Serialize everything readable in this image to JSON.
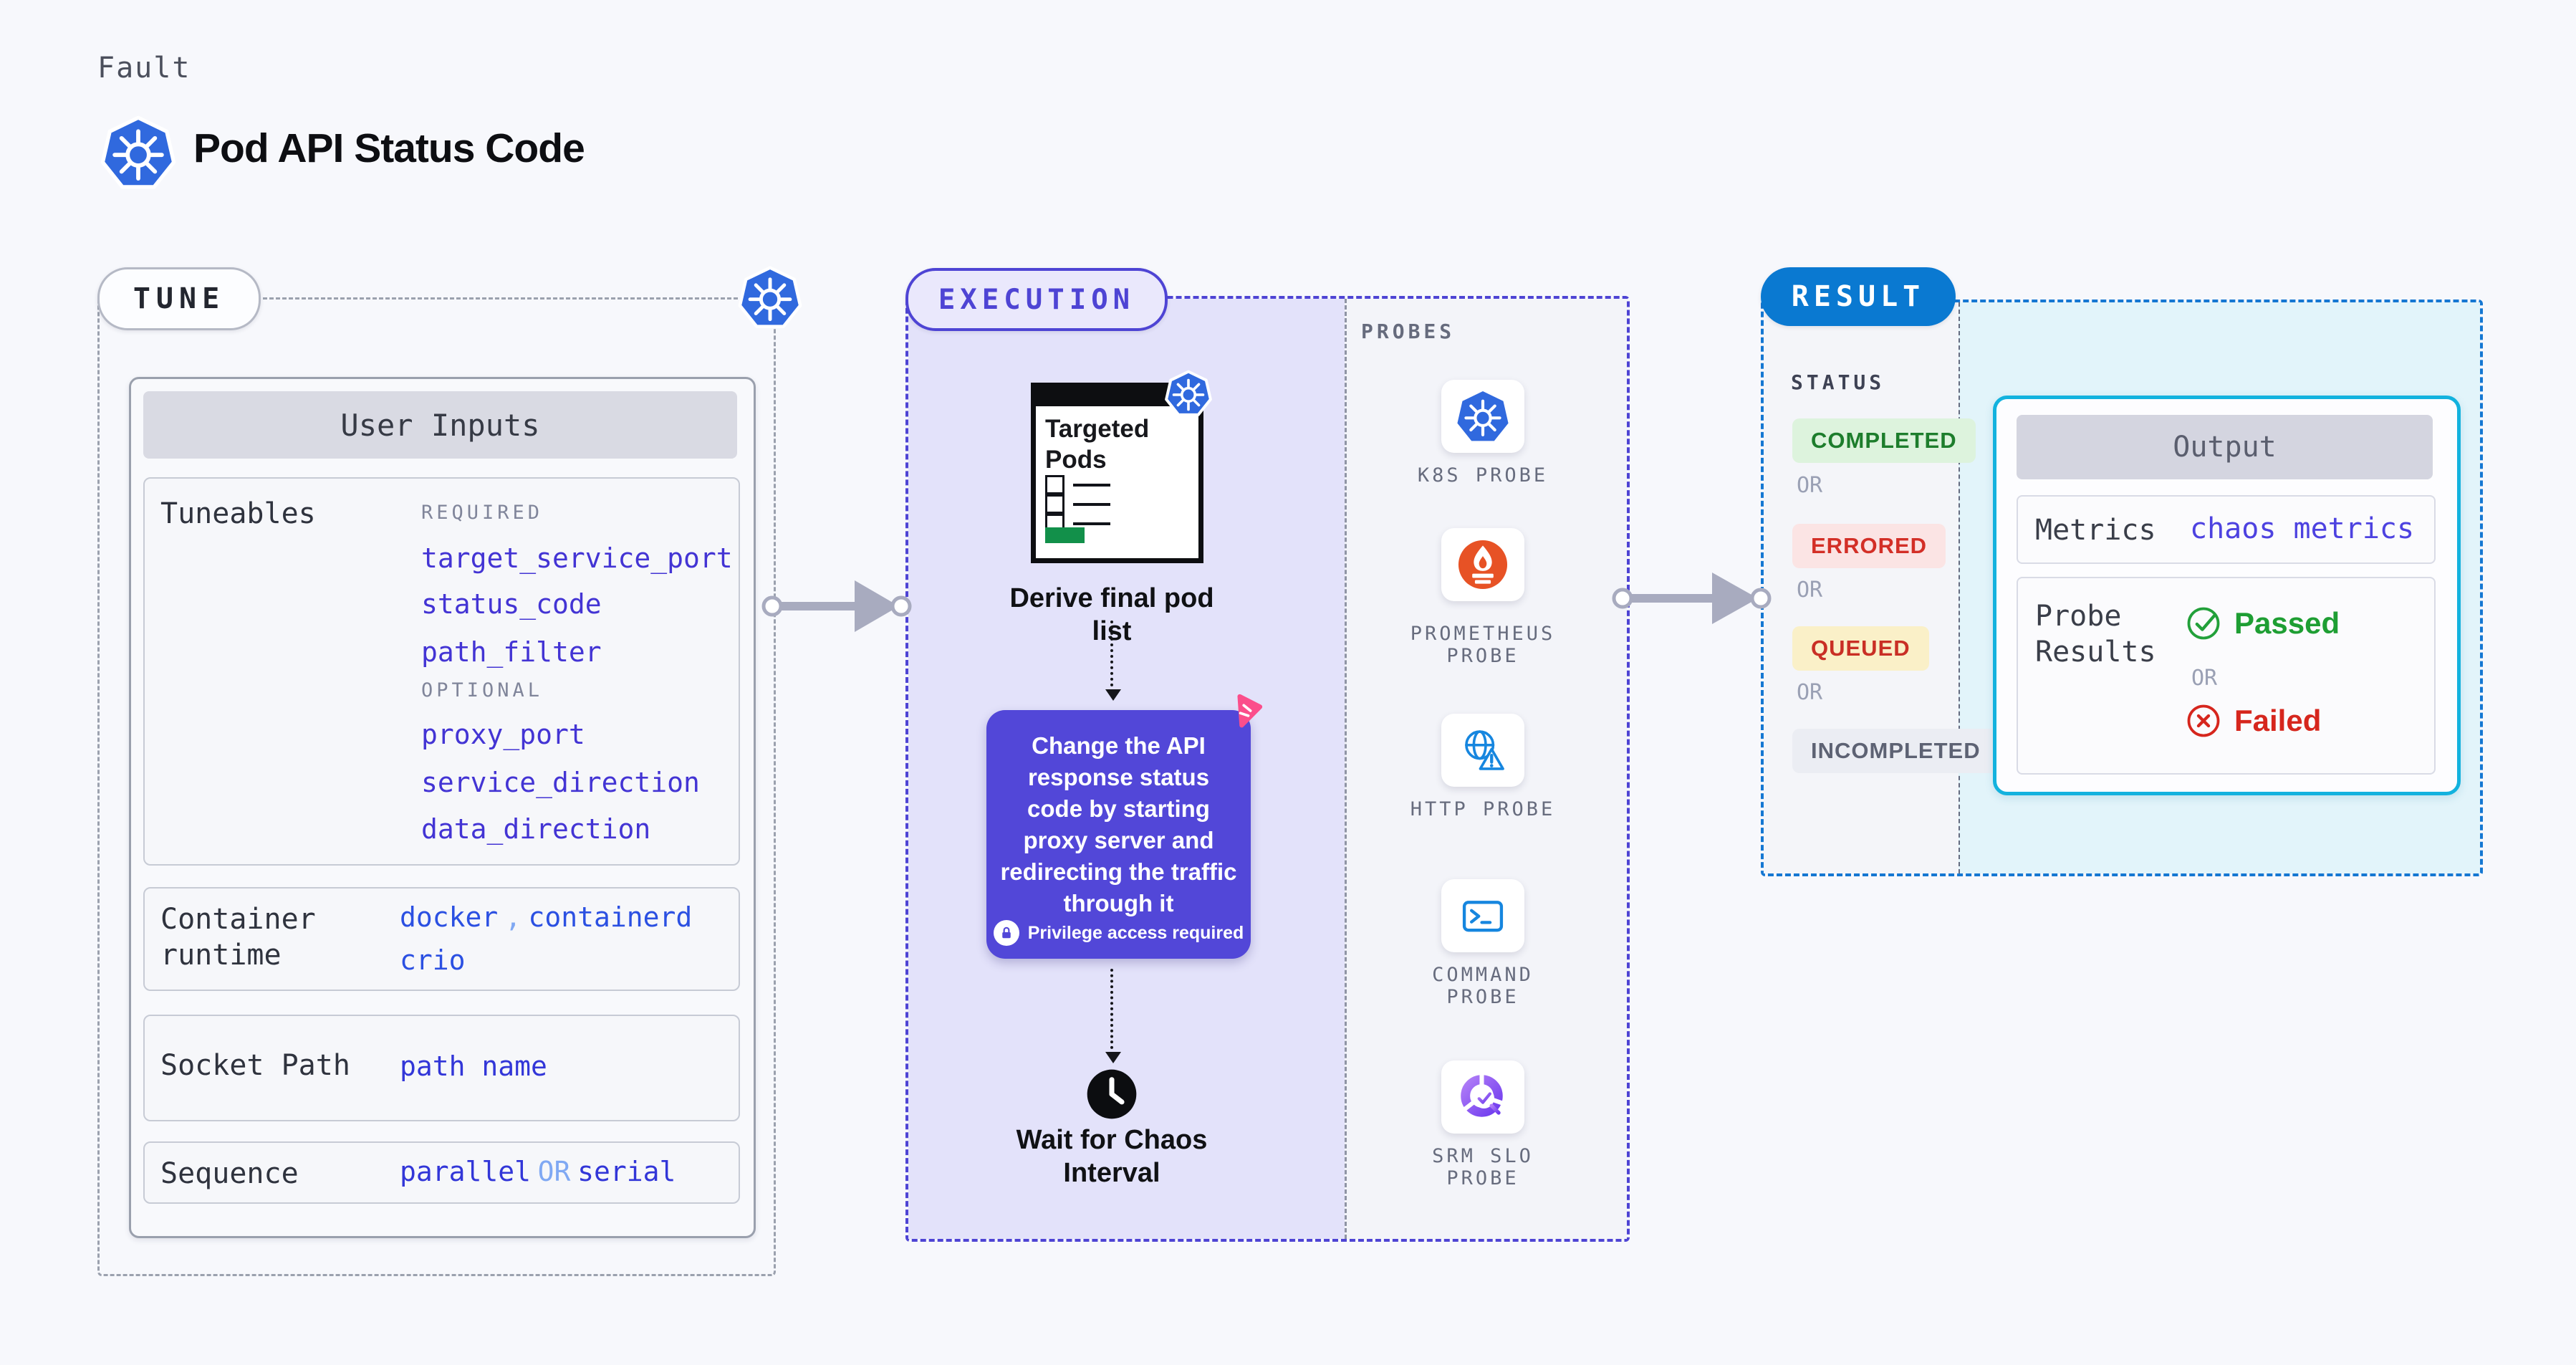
{
  "palette": {
    "page_bg": "#f7f8fc",
    "kubernetes_blue": "#3069de",
    "tune_dash": "#9ba1ae",
    "execution_indigo": "#4e44d4",
    "execution_fill": "#e3e2fa",
    "action_box_purple": "#5247d8",
    "result_blue_dash": "#1577d2",
    "result_pill_blue": "#0a79d1",
    "output_cyan_border": "#13b2de",
    "output_cyan_fill": "#e2f4fa",
    "link_indigo": "#4334d4",
    "value_blue": "#2b50e2",
    "arrow_gray": "#a8abbf",
    "prometheus_orange": "#e75225",
    "passed_green": "#1e9e33",
    "failed_red": "#d6261d",
    "chaos_pink": "#fb4e8b"
  },
  "header": {
    "kicker": "Fault",
    "title": "Pod API Status Code"
  },
  "tune": {
    "label": "TUNE",
    "user_inputs_title": "User Inputs",
    "tuneables_label": "Tuneables",
    "required_label": "REQUIRED",
    "required": [
      "target_service_port",
      "status_code",
      "path_filter"
    ],
    "optional_label": "OPTIONAL",
    "optional": [
      "proxy_port",
      "service_direction",
      "data_direction"
    ],
    "container_runtime": {
      "label": "Container runtime",
      "value1": "docker",
      "separator": ",",
      "value2": "containerd",
      "value3": "crio"
    },
    "socket_path": {
      "label": "Socket Path",
      "value": "path name"
    },
    "sequence": {
      "label": "Sequence",
      "value1": "parallel",
      "or": "OR",
      "value2": "serial"
    }
  },
  "execution": {
    "label": "EXECUTION",
    "window_title": "Targeted Pods",
    "derive_step": "Derive final pod list",
    "action_text": "Change the API response status code by starting proxy server and redirecting the traffic through it",
    "privilege_note": "Privilege access required",
    "wait_step": "Wait for Chaos Interval"
  },
  "probes": {
    "label": "PROBES",
    "items": [
      {
        "label": "K8S PROBE",
        "icon": "kubernetes-icon"
      },
      {
        "label": "PROMETHEUS PROBE",
        "icon": "prometheus-icon"
      },
      {
        "label": "HTTP PROBE",
        "icon": "globe-warning-icon"
      },
      {
        "label": "COMMAND PROBE",
        "icon": "terminal-icon"
      },
      {
        "label": "SRM SLO PROBE",
        "icon": "slo-gauge-icon"
      }
    ]
  },
  "result": {
    "label": "RESULT",
    "status_label": "STATUS",
    "or_label": "OR",
    "statuses": [
      {
        "label": "COMPLETED",
        "fg": "#1d7d2c",
        "bg": "#ddf3dd"
      },
      {
        "label": "ERRORED",
        "fg": "#d32f27",
        "bg": "#fbe4e4"
      },
      {
        "label": "QUEUED",
        "fg": "#c92f25",
        "bg": "#faf0c8"
      },
      {
        "label": "INCOMPLETED",
        "fg": "#5d6273",
        "bg": "#ebedf3"
      }
    ],
    "output": {
      "title": "Output",
      "metrics_label": "Metrics",
      "metrics_value": "chaos metrics",
      "probe_results_label": "Probe Results",
      "passed": "Passed",
      "or": "OR",
      "failed": "Failed"
    }
  }
}
